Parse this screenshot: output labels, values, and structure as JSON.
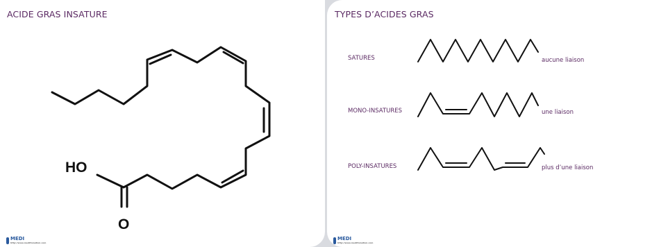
{
  "left_slide": {
    "title": "ACIDE GRAS INSATURE",
    "ho_label": "HO",
    "o_label": "O"
  },
  "right_slide": {
    "title": "TYPES D’ACIDES GRAS",
    "rows": [
      {
        "label": "SATURES",
        "description": "aucune liaison"
      },
      {
        "label": "MONO-INSATURES",
        "description": "une liaison"
      },
      {
        "label": "POLY-INSATURES",
        "description": "plus d’une liaison"
      }
    ]
  },
  "logo": {
    "name": "MEDI",
    "tagline": "http://www.medifomation.com"
  },
  "colors": {
    "title": "#5b2a63",
    "line": "#111111",
    "logo": "#2a5a9e"
  }
}
